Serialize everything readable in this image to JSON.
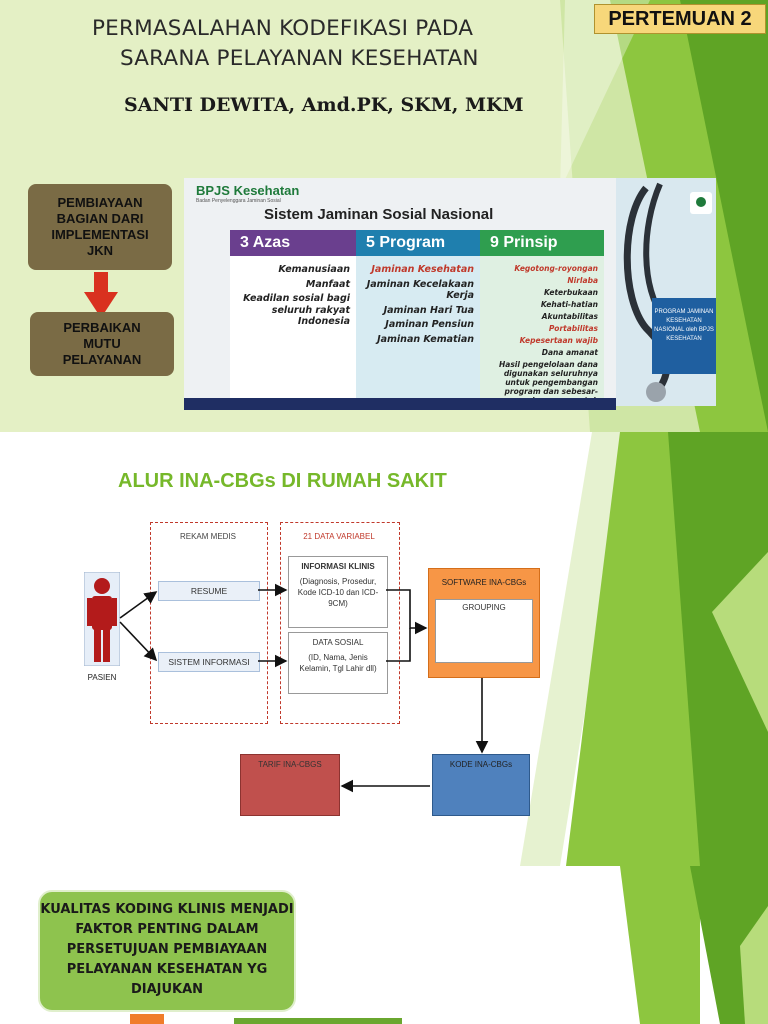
{
  "slide1": {
    "title_line1": "PERMASALAHAN KODEFIKASI PADA",
    "title_line2": "SARANA PELAYANAN KESEHATAN",
    "author": "SANTI DEWITA, Amd.PK, SKM, MKM",
    "badge": "PERTEMUAN 2",
    "box_top": "PEMBIAYAAN BAGIAN DARI IMPLEMENTASI JKN",
    "box_bottom": "PERBAIKAN MUTU PELAYANAN",
    "poster": {
      "logo": "BPJS Kesehatan",
      "logo_sub": "Badan Penyelenggara Jaminan Sosial",
      "title": "Sistem Jaminan Sosial Nasional",
      "col1_head": "3 Azas",
      "col1_items": [
        "Kemanusiaan",
        "Manfaat",
        "Keadilan sosial bagi seluruh rakyat Indonesia"
      ],
      "col2_head": "5 Program",
      "col2_items": [
        "Jaminan Kesehatan",
        "Jaminan Kecelakaan Kerja",
        "Jaminan Hari Tua",
        "Jaminan Pensiun",
        "Jaminan Kematian"
      ],
      "col3_head": "9 Prinsip",
      "col3_items": [
        "Kegotong-royongan",
        "Nirlaba",
        "Keterbukaan",
        "Kehati-hatian",
        "Akuntabilitas",
        "Portabilitas",
        "Kepesertaan wajib",
        "Dana amanat",
        "Hasil pengelolaan dana digunakan seluruhnya untuk pengembangan program dan sebesar-besarnya untuk kepentingan peserta"
      ],
      "banner": "PROGRAM JAMINAN KESEHATAN NASIONAL oleh BPJS KESEHATAN"
    },
    "colors": {
      "green": "#8dc63f",
      "dark_green": "#4f8a10",
      "badge": "#f7d77a",
      "box": "#7a6b45",
      "arrow": "#d9311f"
    }
  },
  "slide2": {
    "title": "ALUR INA-CBGs DI RUMAH SAKIT",
    "rekam_medis": "REKAM MEDIS",
    "data_variabel": "21 DATA VARIABEL",
    "pasien": "PASIEN",
    "resume": "RESUME",
    "sistem_informasi": "SISTEM INFORMASI",
    "info_klinis_head": "INFORMASI KLINIS",
    "info_klinis_body": "(Diagnosis, Prosedur, Kode ICD-10 dan ICD-9CM)",
    "data_sosial_head": "DATA SOSIAL",
    "data_sosial_body": "(ID, Nama, Jenis Kelamin, Tgl Lahir dll)",
    "software": "SOFTWARE INA-CBGs",
    "grouping": "GROUPING",
    "kode": "KODE INA-CBGs",
    "tarif": "TARIF INA-CBGS"
  },
  "slide3": {
    "text": "KUALITAS KODING KLINIS MENJADI FAKTOR PENTING DALAM PERSETUJUAN PEMBIAYAAN PELAYANAN KESEHATAN YG DIAJUKAN"
  }
}
